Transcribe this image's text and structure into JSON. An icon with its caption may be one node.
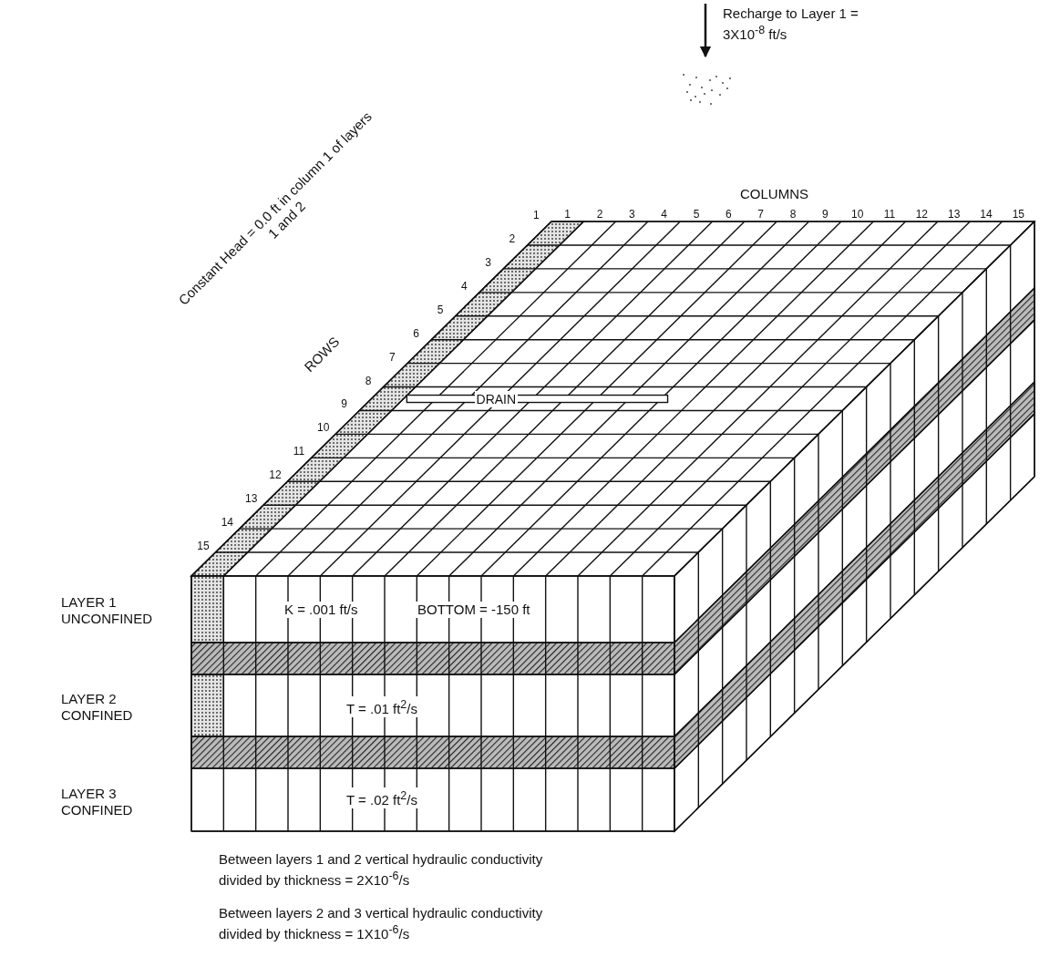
{
  "diagram": {
    "labels": [
      "Recharge to Layer 1 = 3X10$^{-8}$ ft/s",
      "COLUMNS",
      "1",
      "2",
      "3",
      "4",
      "5",
      "6",
      "7",
      "8",
      "9",
      "10",
      "11",
      "12",
      "13",
      "14",
      "15",
      "Constant Head = 0.0 ft in column 1 of layers 1 and 2",
      "ROWS",
      "1",
      "2",
      "3",
      "4",
      "5",
      "6",
      "7",
      "8",
      "9",
      "10",
      "11",
      "12",
      "13",
      "14",
      "15",
      "DRAIN",
      "LAYER 1 UNCONFINED",
      "K = .001 ft/s",
      "BOTTOM = -150 ft",
      "LAYER 2 CONFINED",
      "T = .01 ft$^{2}$/s",
      "LAYER 3 CONFINED",
      "T = .02 ft$^{2}$/s",
      "Between layers 1 and 2 vertical hydraulic conductivity divided by thickness = 2X10$^{-6}$/s",
      "Between layers 2 and 3 vertical hydraulic conductivity divided by thickness = 1X10$^{-6}$/s"
    ]
  }
}
